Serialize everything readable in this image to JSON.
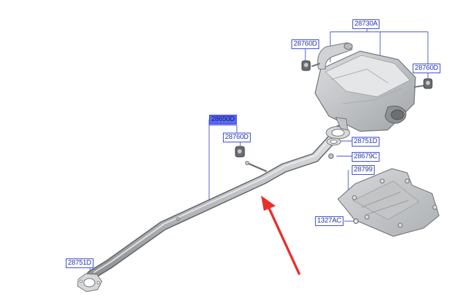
{
  "colors": {
    "part_fill": "#c9cbcd",
    "part_stroke": "#6f7275",
    "leader_line": "#3a4ad0",
    "label_text": "#2a3aa8",
    "selected_label_bg": "#5a6af5",
    "arrow": "#e8302a"
  },
  "parts": {
    "muffler_assy": "28730A",
    "hanger_upper_left": "28760D",
    "hanger_upper_right": "28760D",
    "center_pipe": "28650D",
    "hanger_center": "28760D",
    "gasket_rear": "28751D",
    "nut": "28679C",
    "heat_protector": "28799",
    "bolt": "1327AC",
    "gasket_front": "28751D"
  },
  "selected_part": "28650D",
  "arrow_icon": "red-arrow-icon"
}
